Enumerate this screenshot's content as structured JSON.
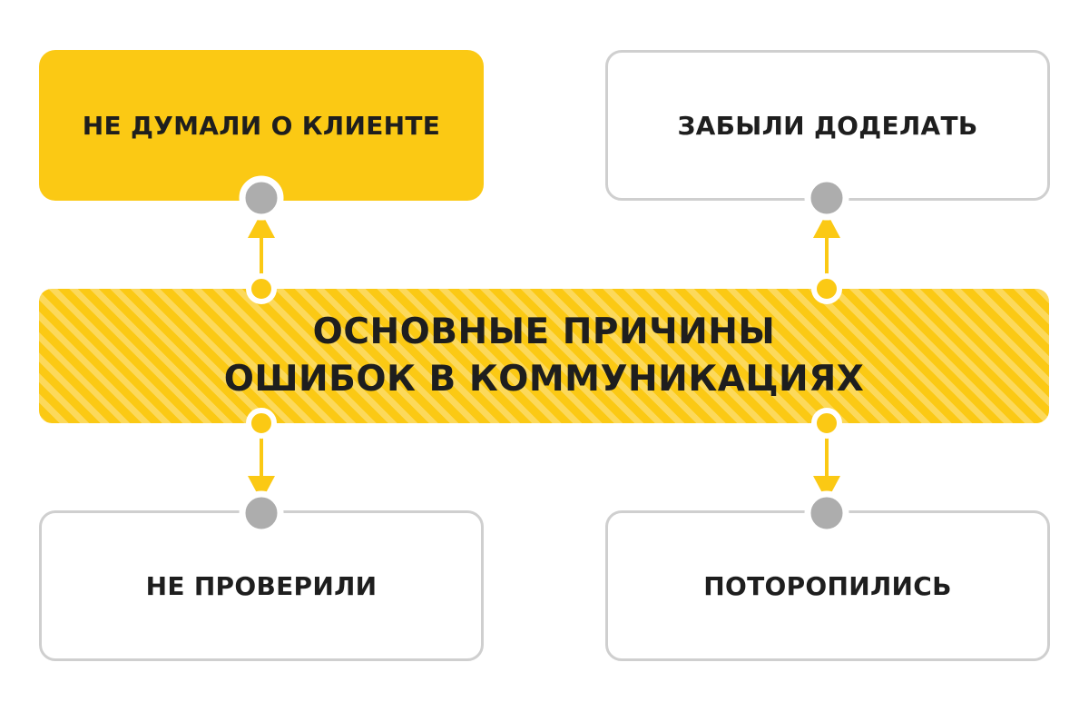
{
  "diagram": {
    "center": {
      "line1": "ОСНОВНЫЕ ПРИЧИНЫ",
      "line2": "ОШИБОК В КОММУНИКАЦИЯХ"
    },
    "causes": [
      {
        "id": "top-left",
        "label": "НЕ ДУМАЛИ О КЛИЕНТЕ",
        "highlighted": true
      },
      {
        "id": "top-right",
        "label": "ЗАБЫЛИ ДОДЕЛАТЬ",
        "highlighted": false
      },
      {
        "id": "bottom-left",
        "label": "НЕ ПРОВЕРИЛИ",
        "highlighted": false
      },
      {
        "id": "bottom-right",
        "label": "ПОТОРОПИЛИСЬ",
        "highlighted": false
      }
    ]
  },
  "colors": {
    "accent": "#fbc914",
    "border": "#cfcfcf",
    "node": "#adadad",
    "text": "#1e1e1e"
  }
}
